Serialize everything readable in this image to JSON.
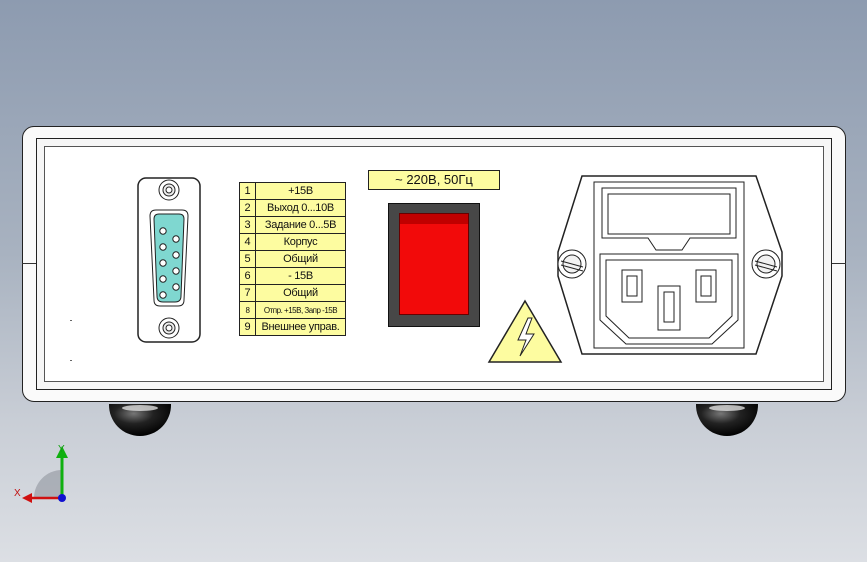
{
  "pinout": [
    {
      "num": "1",
      "label": "+15В"
    },
    {
      "num": "2",
      "label": "Выход 0...10В"
    },
    {
      "num": "3",
      "label": "Задание 0...5В"
    },
    {
      "num": "4",
      "label": "Корпус"
    },
    {
      "num": "5",
      "label": "Общий"
    },
    {
      "num": "6",
      "label": "- 15В"
    },
    {
      "num": "7",
      "label": "Общий"
    },
    {
      "num": "8",
      "label": "Отпр. +15В, Запр -15В"
    },
    {
      "num": "9",
      "label": "Внешнее управ."
    }
  ],
  "power_label": "~ 220В, 50Гц",
  "axis": {
    "x": "X",
    "y": "Y"
  },
  "colors": {
    "label_fill": "#fdfca0",
    "switch_red": "#f20a0a",
    "connector_fill": "#7fd7d0",
    "warning_fill": "#fdfca0",
    "axis_x": "#d01010",
    "axis_y": "#10b010",
    "axis_z": "#1010d0"
  },
  "icons": {
    "db9": "db9-connector-icon",
    "warning": "high-voltage-warning-icon",
    "iec": "iec-power-inlet-icon",
    "triad": "coordinate-triad-icon"
  }
}
